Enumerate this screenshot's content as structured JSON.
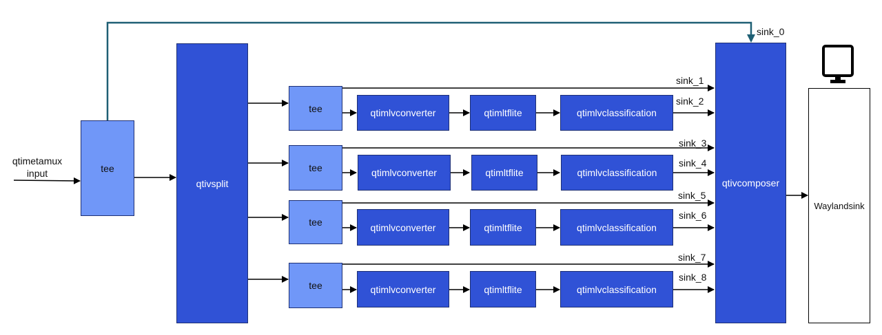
{
  "input_label": [
    "qtimetamux",
    "input"
  ],
  "tee_main": "tee",
  "splitter": "qtivsplit",
  "branches": [
    {
      "tee": "tee",
      "converter": "qtimlvconverter",
      "tflite": "qtimltflite",
      "classification": "qtimlvclassification",
      "bypass_sink": "sink_1",
      "processed_sink": "sink_2"
    },
    {
      "tee": "tee",
      "converter": "qtimlvconverter",
      "tflite": "qtimltflite",
      "classification": "qtimlvclassification",
      "bypass_sink": "sink_3",
      "processed_sink": "sink_4"
    },
    {
      "tee": "tee",
      "converter": "qtimlvconverter",
      "tflite": "qtimltflite",
      "classification": "qtimlvclassification",
      "bypass_sink": "sink_5",
      "processed_sink": "sink_6"
    },
    {
      "tee": "tee",
      "converter": "qtimlvconverter",
      "tflite": "qtimltflite",
      "classification": "qtimlvclassification",
      "bypass_sink": "sink_7",
      "processed_sink": "sink_8"
    }
  ],
  "composer_sink_0": "sink_0",
  "composer": "qtivcomposer",
  "output": "Waylandsink",
  "icons": {
    "display": "monitor-icon"
  },
  "colors": {
    "dark_block": "#3052d6",
    "light_block": "#7097f8",
    "feedback_line": "#1e5f74",
    "line": "#000000"
  }
}
